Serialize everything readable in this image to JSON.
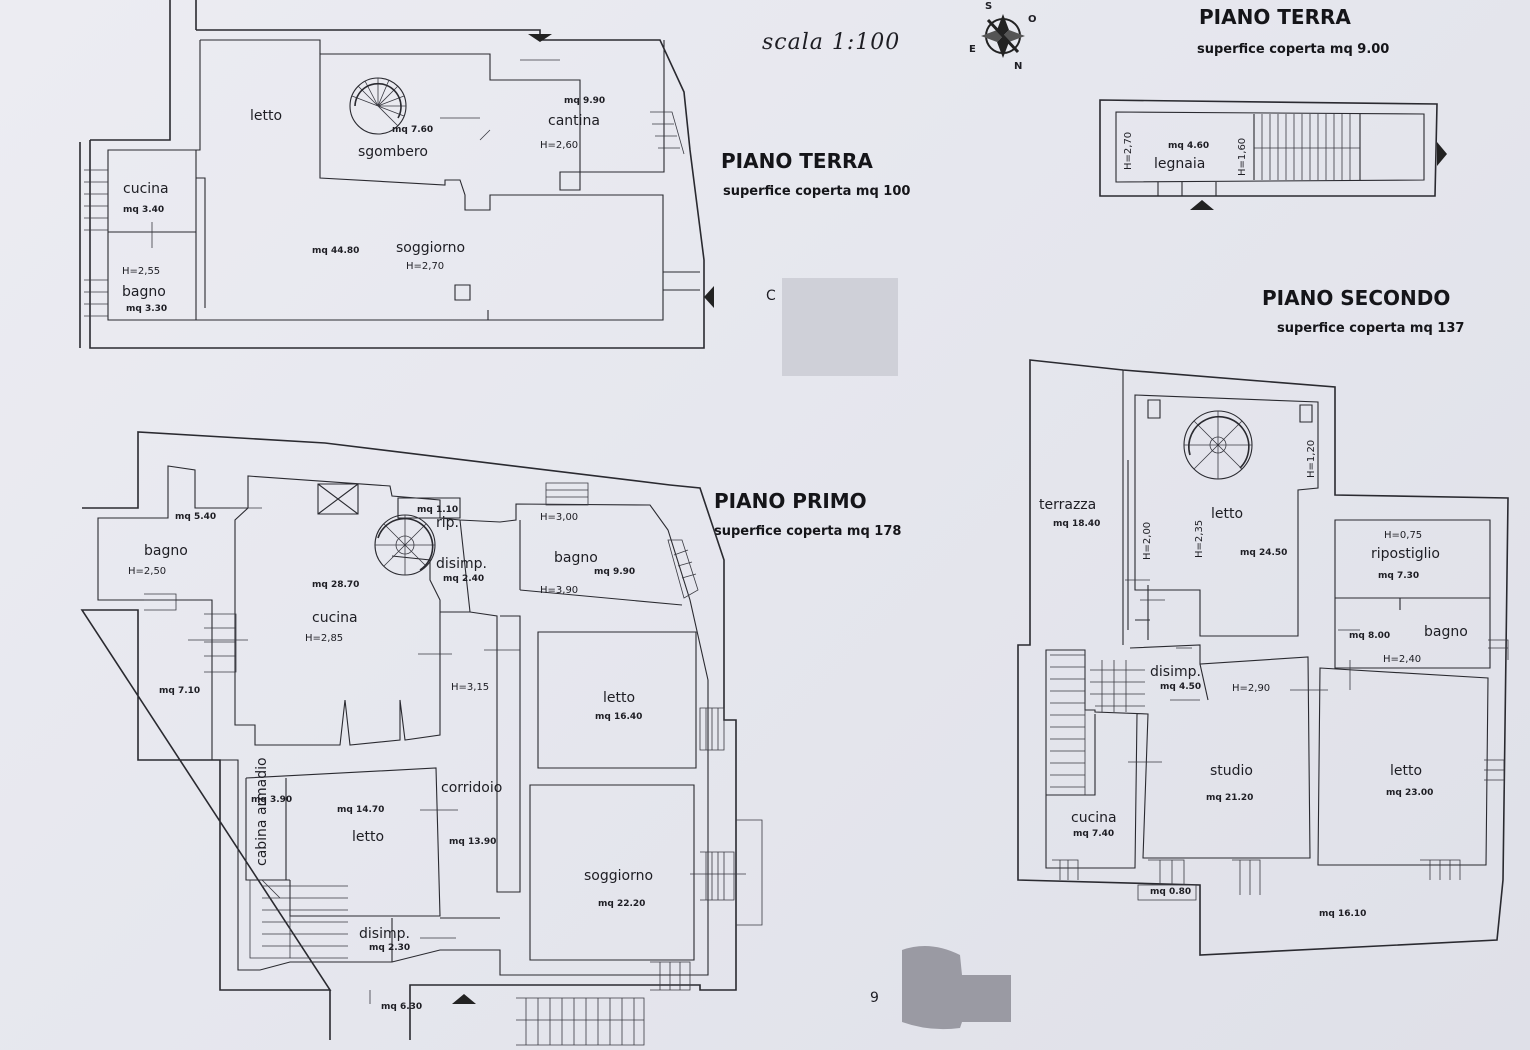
{
  "scale_label": "scala 1:100",
  "compass": {
    "top": "S",
    "right": "O",
    "left": "E",
    "bottom": "N"
  },
  "plans": {
    "piano_terra_main": {
      "title": "PIANO TERRA",
      "surface": "superfice coperta mq 100",
      "rooms": [
        {
          "name": "letto",
          "area": "",
          "height": ""
        },
        {
          "name": "sgombero",
          "area": "mq 7.60",
          "height": ""
        },
        {
          "name": "cantina",
          "area": "mq 9.90",
          "height": "H=2,60"
        },
        {
          "name": "cucina",
          "area": "mq 3.40",
          "height": ""
        },
        {
          "name": "bagno",
          "area": "mq 3.30",
          "height": "H=2,55"
        },
        {
          "name": "soggiorno",
          "area": "mq 44.80",
          "height": "H=2,70"
        }
      ]
    },
    "piano_terra_annex": {
      "title": "PIANO TERRA",
      "surface": "superfice coperta mq 9.00",
      "rooms": [
        {
          "name": "legnaia",
          "area": "mq 4.60",
          "height_left": "H=2,70",
          "height_right": "H=1,60"
        }
      ]
    },
    "piano_primo": {
      "title": "PIANO PRIMO",
      "surface": "superfice coperta mq 178",
      "rooms": [
        {
          "name": "bagno",
          "area": "mq 5.40",
          "height": "H=2,50"
        },
        {
          "name": "",
          "area": "mq 7.10",
          "height": ""
        },
        {
          "name": "cucina",
          "area": "mq 28.70",
          "height": "H=2,85"
        },
        {
          "name": "rip.",
          "area": "mq 1.10",
          "height": ""
        },
        {
          "name": "disimp.",
          "area": "mq 2.40",
          "height": ""
        },
        {
          "name": "bagno",
          "area": "mq 9.90",
          "height_top": "H=3,00",
          "height_bottom": "H=3,90"
        },
        {
          "name": "letto",
          "area": "mq 16.40",
          "height": ""
        },
        {
          "name": "corridoio",
          "area": "mq 13.90",
          "height": "H=3,15"
        },
        {
          "name": "letto",
          "area": "mq 14.70",
          "height": ""
        },
        {
          "name": "cabina armadio",
          "area": "mq 3.90",
          "height": ""
        },
        {
          "name": "soggiorno",
          "area": "mq 22.20",
          "height": ""
        },
        {
          "name": "disimp.",
          "area": "mq 2.30",
          "height": ""
        },
        {
          "name": "",
          "area": "mq 6.30",
          "height": ""
        }
      ]
    },
    "piano_secondo": {
      "title": "PIANO SECONDO",
      "surface": "superfice coperta mq 137",
      "rooms": [
        {
          "name": "terrazza",
          "area": "mq 18.40",
          "height": ""
        },
        {
          "name": "letto",
          "area": "mq 24.50",
          "height": ""
        },
        {
          "name": "ripostiglio",
          "area": "mq 7.30",
          "height": "H=0,75"
        },
        {
          "name": "bagno",
          "area": "mq 8.00",
          "height": "H=2,40"
        },
        {
          "name": "disimp.",
          "area": "mq 4.50",
          "height": ""
        },
        {
          "name": "studio",
          "area": "mq 21.20",
          "height": "H=2,90"
        },
        {
          "name": "letto",
          "area": "mq 23.00",
          "height": ""
        },
        {
          "name": "cucina",
          "area": "mq 7.40",
          "height": ""
        },
        {
          "name": "",
          "area": "mq 0.80",
          "height": ""
        },
        {
          "name": "",
          "area": "mq 16.10",
          "height": ""
        }
      ],
      "wall_heights": [
        "H=2,00",
        "H=2,35",
        "H=1,20"
      ]
    }
  },
  "fragments": {
    "partial_c": "C",
    "page_mark": "9"
  }
}
